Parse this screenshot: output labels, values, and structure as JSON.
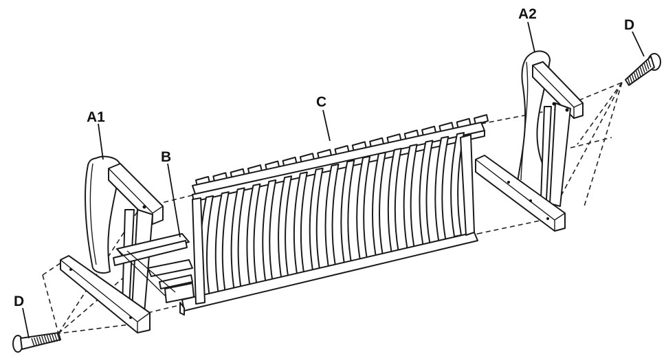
{
  "diagram": {
    "labels": {
      "a1": "A1",
      "a2": "A2",
      "b": "B",
      "c": "C",
      "d_left": "D",
      "d_right": "D"
    }
  }
}
